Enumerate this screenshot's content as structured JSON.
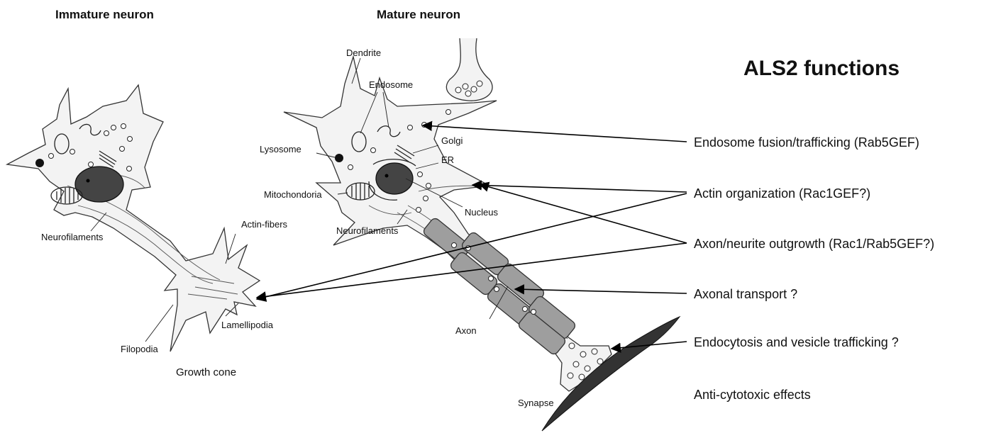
{
  "headers": {
    "immature": "Immature neuron",
    "mature": "Mature neuron",
    "functions_title": "ALS2 functions"
  },
  "labels": {
    "neurofilaments_left": "Neurofilaments",
    "actin_fibers": "Actin-fibers",
    "lamellipodia": "Lamellipodia",
    "filopodia": "Filopodia",
    "growth_cone": "Growth cone",
    "dendrite": "Dendrite",
    "endosome": "Endosome",
    "lysosome": "Lysosome",
    "golgi": "Golgi",
    "er": "ER",
    "mitochondoria": "Mitochondoria",
    "nucleus": "Nucleus",
    "neurofilaments_right": "Neurofilaments",
    "axon": "Axon",
    "synapse": "Synapse"
  },
  "functions": [
    "Endosome fusion/trafficking (Rab5GEF)",
    "Actin organization (Rac1GEF?)",
    "Axon/neurite outgrowth (Rac1/Rab5GEF?)",
    "Axonal transport ?",
    "Endocytosis and vesicle trafficking ?",
    "Anti-cytotoxic effects"
  ],
  "colors": {
    "nucleus": "#444444",
    "myelin": "#9e9e9e",
    "synaptic_cleft": "#333333"
  }
}
